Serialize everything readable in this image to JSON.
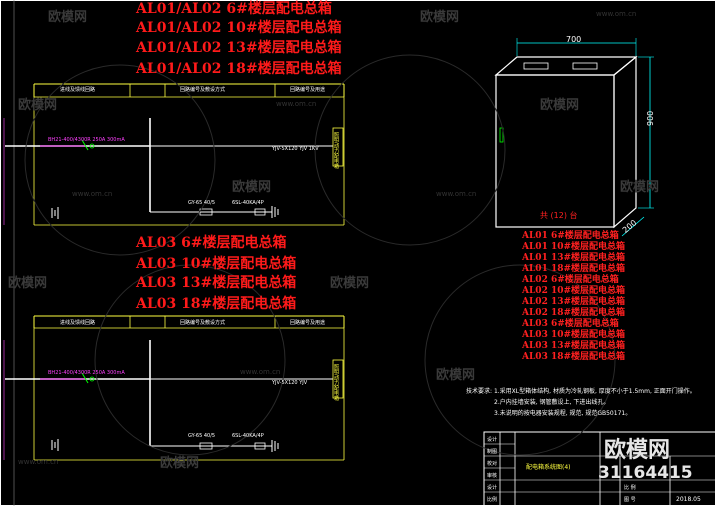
{
  "group1_titles": [
    "AL01/AL02 6#楼层配电总箱",
    "AL01/AL02 10#楼层配电总箱",
    "AL01/AL02 13#楼层配电总箱",
    "AL01/AL02 18#楼层配电总箱"
  ],
  "group2_titles": [
    "AL03 6#楼层配电总箱",
    "AL03 10#楼层配电总箱",
    "AL03 13#楼层配电总箱",
    "AL03 18#楼层配电总箱"
  ],
  "table_headers": [
    "进线及馈线回路",
    "",
    "回路编号及敷设方式",
    "回路编号及用途"
  ],
  "group1_breaker": "BH21-400/4300R 250A 300mA",
  "group2_breaker": "BH21-400/4300R 250A 300mA",
  "group1_line1": "YJV-5X120 YJV 1KV",
  "group2_line1": "YJV-5X120 YJV",
  "group1_meter": "GY-65 40/5",
  "group1_spd": "6SL-40KA/4P",
  "group2_meter": "GY-65 40/5",
  "group2_spd": "6SL-40KA/4P",
  "group1_vert_label": "照明/动力配电箱",
  "group2_vert_label": "照明/动力配电箱",
  "cabinet": {
    "width_label": "700",
    "height_label": "900",
    "depth_label": "200",
    "label": "共 (12) 台"
  },
  "cabinet_list": [
    "AL01 6#楼层配电总箱",
    "AL01 10#楼层配电总箱",
    "AL01 13#楼层配电总箱",
    "AL01 18#楼层配电总箱",
    "AL02 6#楼层配电总箱",
    "AL02 10#楼层配电总箱",
    "AL02 13#楼层配电总箱",
    "AL02 18#楼层配电总箱",
    "AL03 6#楼层配电总箱",
    "AL03 10#楼层配电总箱",
    "AL03 13#楼层配电总箱",
    "AL03 18#楼层配电总箱"
  ],
  "notes": {
    "heading": "技术要求:",
    "items": [
      "1.采用XL型箱体结构, 材质为冷轧钢板, 厚度不小于1.5mm, 正面开门操作。",
      "2.户内挂墙安装, 钢管敷设上, 下进出线孔。",
      "3.未说明的按电器安装规程, 规范, 规范GB50171。"
    ]
  },
  "title_block": {
    "drawing_name": "配电箱系统图(4)",
    "row_labels": [
      "设计",
      "制图",
      "校对",
      "审核",
      "设计",
      "比例"
    ],
    "scale_label": "比 例",
    "date": "2018.05",
    "sheet_label": "图 号"
  },
  "watermark": {
    "brand": "欧模网",
    "url": "www.om.cn",
    "big_brand": "欧模网",
    "big_id": "31164415"
  }
}
